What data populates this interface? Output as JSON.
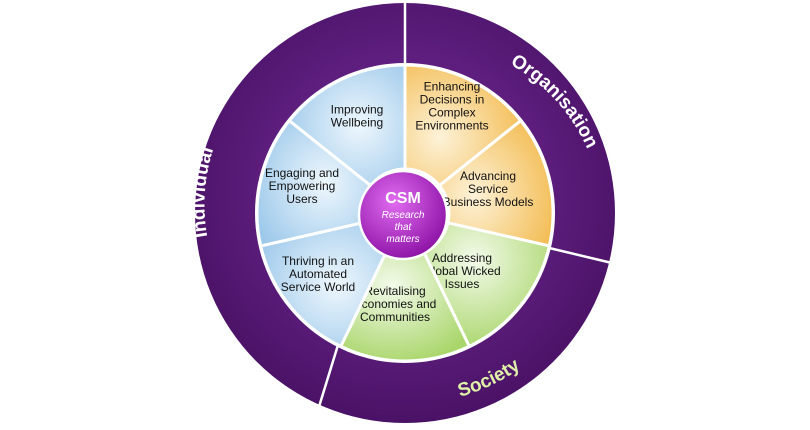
{
  "diagram": {
    "center": {
      "title": "CSM",
      "subtitle_lines": [
        "Research",
        "that",
        "matters"
      ]
    },
    "ring_labels": {
      "individual": "Individual",
      "organisation": "Organisation",
      "society": "Society"
    },
    "segments": [
      {
        "id": "improving-wellbeing",
        "lines": [
          "Improving",
          "Wellbeing"
        ],
        "group": "individual"
      },
      {
        "id": "enhancing-decisions",
        "lines": [
          "Enhancing",
          "Decisions in",
          "Complex",
          "Environments"
        ],
        "group": "organisation"
      },
      {
        "id": "advancing-service",
        "lines": [
          "Advancing",
          "Service",
          "Business Models"
        ],
        "group": "organisation"
      },
      {
        "id": "addressing-global",
        "lines": [
          "Addressing",
          "Global Wicked",
          "Issues"
        ],
        "group": "society"
      },
      {
        "id": "revitalising-economies",
        "lines": [
          "Revitalising",
          "Economies and",
          "Communities"
        ],
        "group": "society"
      },
      {
        "id": "thriving-automated",
        "lines": [
          "Thriving in an",
          "Automated",
          "Service World"
        ],
        "group": "individual"
      },
      {
        "id": "engaging-empowering",
        "lines": [
          "Engaging and",
          "Empowering",
          "Users"
        ],
        "group": "individual"
      }
    ],
    "colors": {
      "ring_purple": "#5b1a78",
      "individual": "#a9d2ee",
      "organisation": "#f6c873",
      "society": "#bde08a",
      "center": "#b31fc8",
      "divider": "#ffffff"
    }
  }
}
